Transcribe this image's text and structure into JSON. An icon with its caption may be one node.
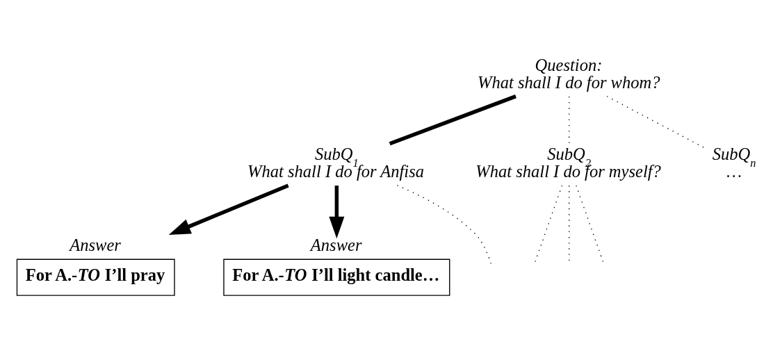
{
  "diagram": {
    "nodes": [
      {
        "text": [
          "Question:",
          "What shall I do for whom?"
        ]
      },
      {
        "text": [
          "SubQ$_{1}$",
          "What shall I do for Anfisa"
        ]
      },
      {
        "text": [
          "SubQ$_{2}$",
          "What shall I do for myself?"
        ]
      },
      {
        "text": [
          "SubQ$_{n}$",
          "…"
        ]
      },
      {
        "text": [
          "Answer",
          "For A.-*TO* I’ll pray"
        ]
      },
      {
        "text": [
          "Answer",
          "For A.-*TO* I’ll light candle…"
        ]
      }
    ],
    "edges": [
      {
        "from": 0,
        "to": 1,
        "arrow": "none",
        "style": "thick"
      },
      {
        "from": 0,
        "to": 2,
        "arrow": "none",
        "style": "dashed"
      },
      {
        "from": 0,
        "to": 3,
        "arrow": "none",
        "style": "dashed"
      },
      {
        "from": 1,
        "to": 4,
        "arrow": "to",
        "style": "thick"
      },
      {
        "from": 1,
        "to": 5,
        "arrow": "to",
        "style": "thick"
      },
      {
        "from": 1,
        "to": null,
        "arrow": "none",
        "style": "dashed"
      },
      {
        "from": 2,
        "to": null,
        "arrow": "none",
        "style": "dashed"
      },
      {
        "from": 2,
        "to": null,
        "arrow": "none",
        "style": "dashed"
      },
      {
        "from": 2,
        "to": null,
        "arrow": "none",
        "style": "dashed"
      }
    ]
  }
}
